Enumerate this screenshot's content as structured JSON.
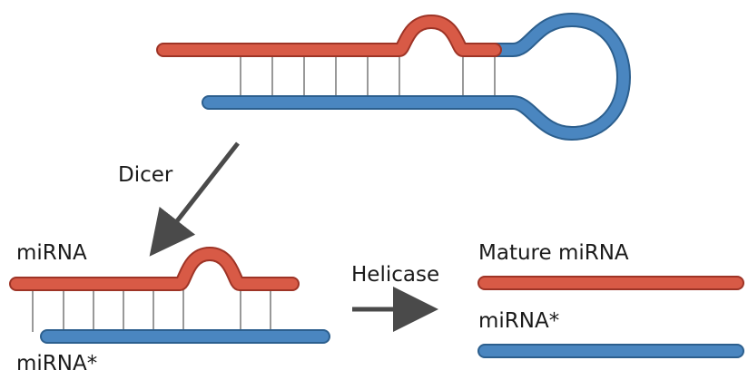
{
  "labels": {
    "dicer": "Dicer",
    "mirna": "miRNA",
    "mirna_star_left": "miRNA*",
    "helicase": "Helicase",
    "mature_mirna": "Mature miRNA",
    "mirna_star_right": "miRNA*"
  },
  "colors": {
    "red_strand": "#d85a46",
    "red_outline": "#9e3426",
    "blue_strand": "#4a86c0",
    "blue_outline": "#2c5f8e",
    "arrow": "#4a4a4a",
    "base_pair_line": "#333333"
  }
}
